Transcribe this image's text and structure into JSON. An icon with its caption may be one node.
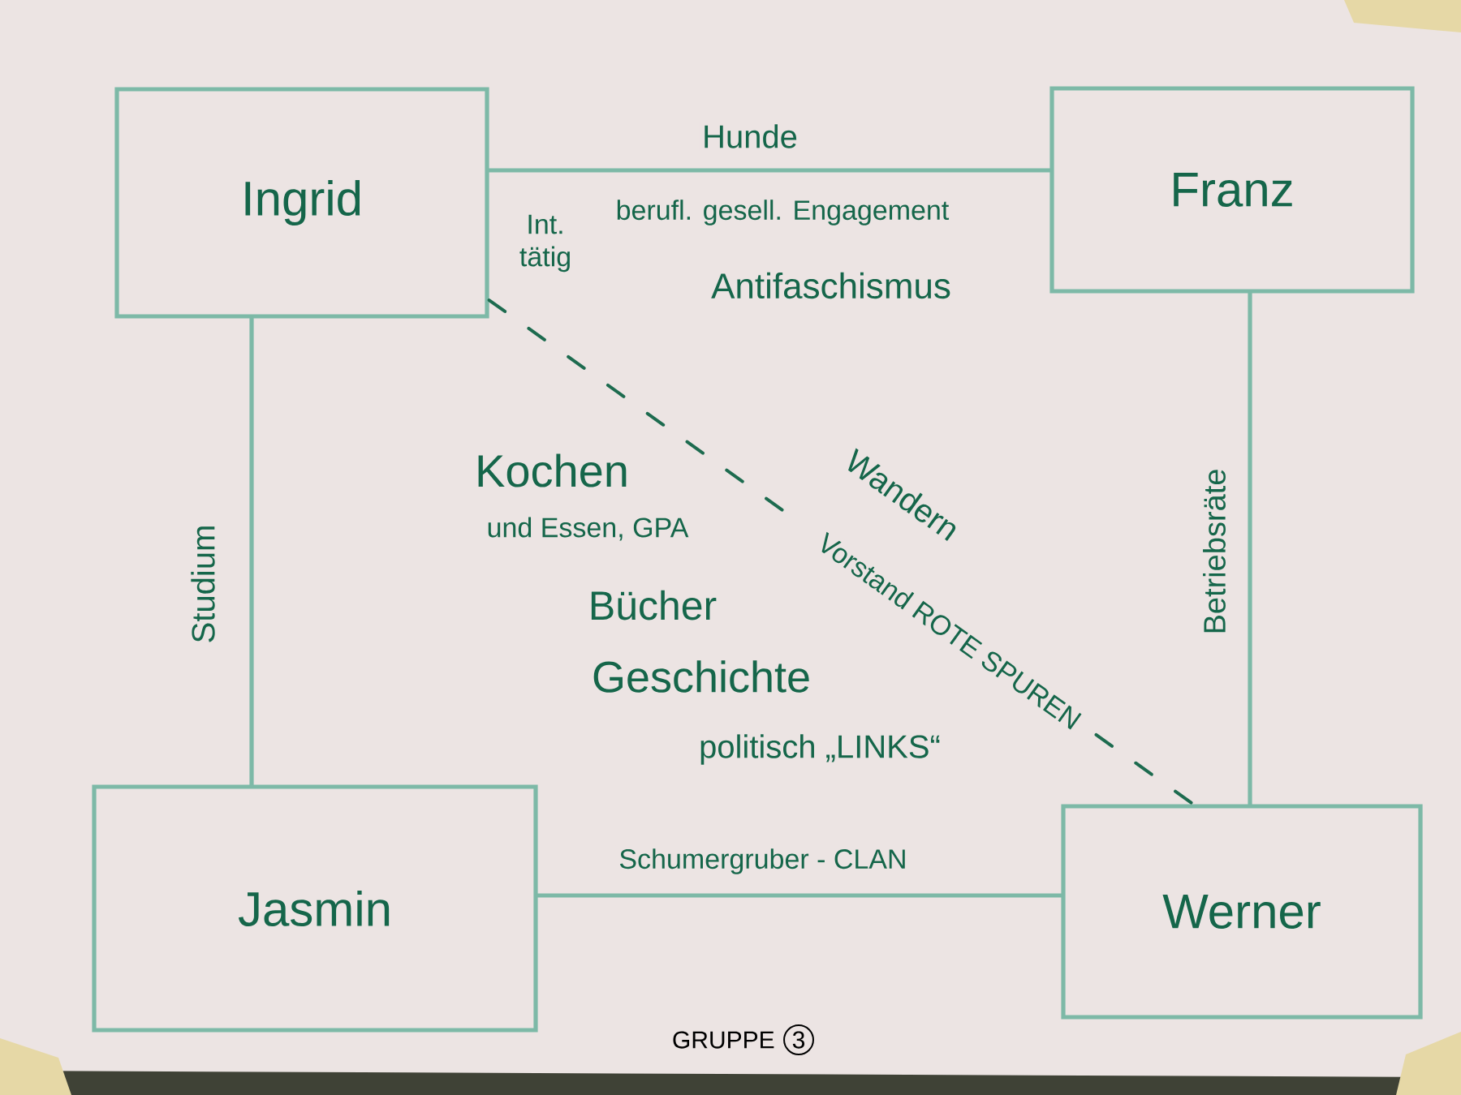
{
  "diagram": {
    "nodes": [
      {
        "text": [
          "Ingrid"
        ]
      },
      {
        "text": [
          "Franz"
        ]
      },
      {
        "text": [
          "Jasmin"
        ]
      },
      {
        "text": [
          "Werner"
        ]
      },
      {
        "text": [
          "3"
        ],
        "beside": [
          "GRUPPE"
        ]
      }
    ],
    "edges": [
      {
        "from": 0,
        "to": 1,
        "arrow": "none",
        "label": "Hunde"
      },
      {
        "from": 0,
        "to": 2,
        "arrow": "none",
        "label": "Studium"
      },
      {
        "from": 1,
        "to": 3,
        "arrow": "none",
        "label": "Betriebsräte"
      },
      {
        "from": 2,
        "to": 3,
        "arrow": "none",
        "label": "Schumergruber - CLAN"
      },
      {
        "from": 0,
        "to": 3,
        "arrow": "none",
        "label": "Vorstand ROTE SPUREN",
        "style": "dashed",
        "color": "#1d6b4f"
      }
    ],
    "labels": [
      "berufl. gesell. Engagement",
      "Int. tätig",
      "Antifaschismus",
      "Wandern",
      "Kochen",
      "und Essen, GPA",
      "Bücher",
      "Geschichte",
      "politisch „LINKS“"
    ]
  }
}
